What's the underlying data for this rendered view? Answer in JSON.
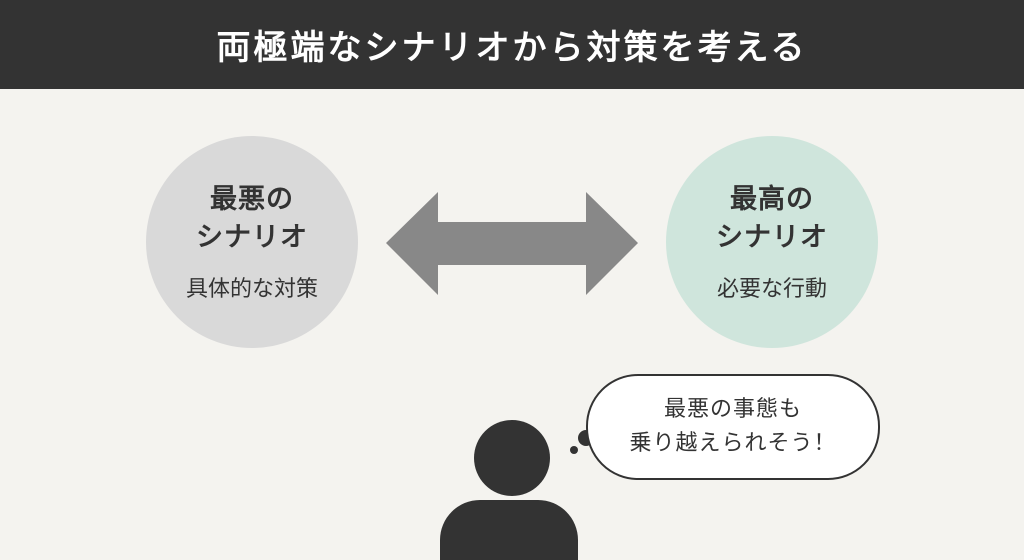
{
  "header": {
    "title": "両極端なシナリオから対策を考える"
  },
  "worst": {
    "title_line1": "最悪の",
    "title_line2": "シナリオ",
    "subtitle": "具体的な対策"
  },
  "best": {
    "title_line1": "最高の",
    "title_line2": "シナリオ",
    "subtitle": "必要な行動"
  },
  "bubble": {
    "line1": "最悪の事態も",
    "line2": "乗り越えられそう！"
  },
  "colors": {
    "header": "#333333",
    "background": "#f4f3ef",
    "worst": "#d9d9d9",
    "best": "#cfe5dc",
    "arrow": "#888888"
  }
}
